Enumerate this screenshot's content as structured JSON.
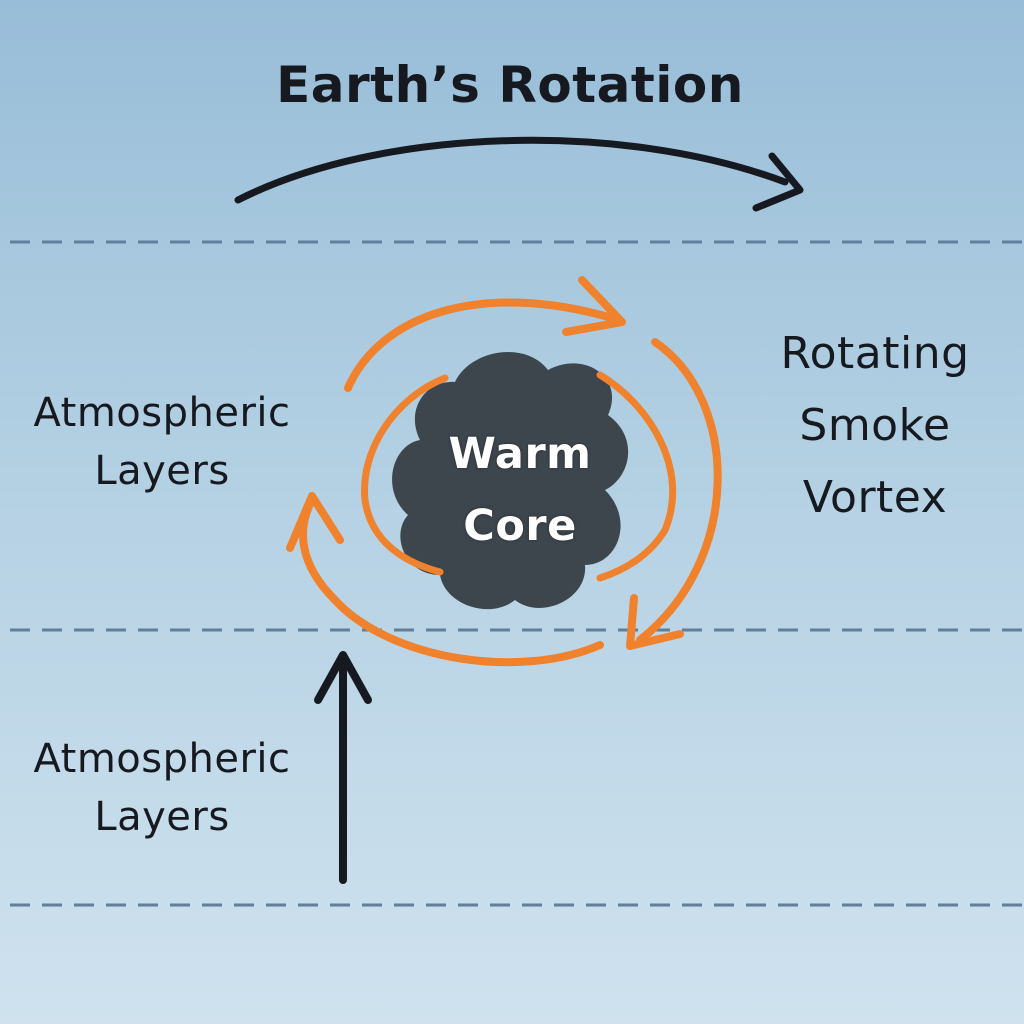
{
  "diagram": {
    "title": "Earth’s Rotation",
    "labels": {
      "atmospheric_layers_upper": [
        "Atmospheric",
        "Layers"
      ],
      "atmospheric_layers_lower": [
        "Atmospheric",
        "Layers"
      ],
      "rotating_smoke_vortex": [
        "Rotating",
        "Smoke",
        "Vortex"
      ],
      "warm_core": [
        "Warm",
        "Core"
      ]
    },
    "colors": {
      "background_top": "#98bdd8",
      "background_bottom": "#cfe2ee",
      "dark_arrow": "#161a20",
      "vortex_arrows": "#f0822e",
      "core_fill": "#3d454d",
      "layer_lines": "#5f7f9b"
    },
    "icons": [
      "rotation-arrow-icon",
      "vortex-arrow-icon",
      "upward-arrow-icon",
      "smoke-cloud-icon"
    ]
  }
}
